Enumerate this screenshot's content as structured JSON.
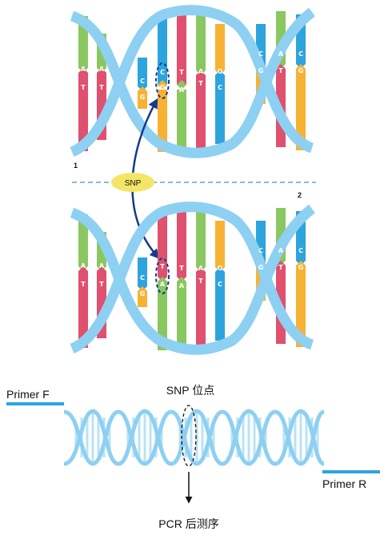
{
  "top_dna": {
    "upper": [
      "A",
      "A",
      "C",
      "C",
      "T",
      "A",
      "G",
      "C",
      "A",
      "C"
    ],
    "lower": [
      "T",
      "T",
      "G",
      "G",
      "A",
      "T",
      "C",
      "G",
      "T",
      "G"
    ]
  },
  "bottom_dna": {
    "upper": [
      "A",
      "A",
      "C",
      "T",
      "T",
      "A",
      "G",
      "C",
      "A",
      "C"
    ],
    "lower": [
      "T",
      "T",
      "G",
      "A",
      "A",
      "T",
      "C",
      "G",
      "T",
      "G"
    ]
  },
  "snp_badge": "SNP",
  "panel_labels": {
    "one": "1",
    "two": "2"
  },
  "pcr": {
    "primer_f": "Primer F",
    "primer_r": "Primer R",
    "snp_site_label": "SNP 位点",
    "sequencing_label": "PCR 后测序"
  },
  "colors": {
    "backbone": "#8dd0f2",
    "green_base": "#8bc760",
    "pink_base": "#e0506f",
    "blue_base": "#2da4dc",
    "orange_base": "#f7b234",
    "arrow": "#163a8c",
    "snp_badge": "#f3e667",
    "primer": "#2da4dc"
  }
}
